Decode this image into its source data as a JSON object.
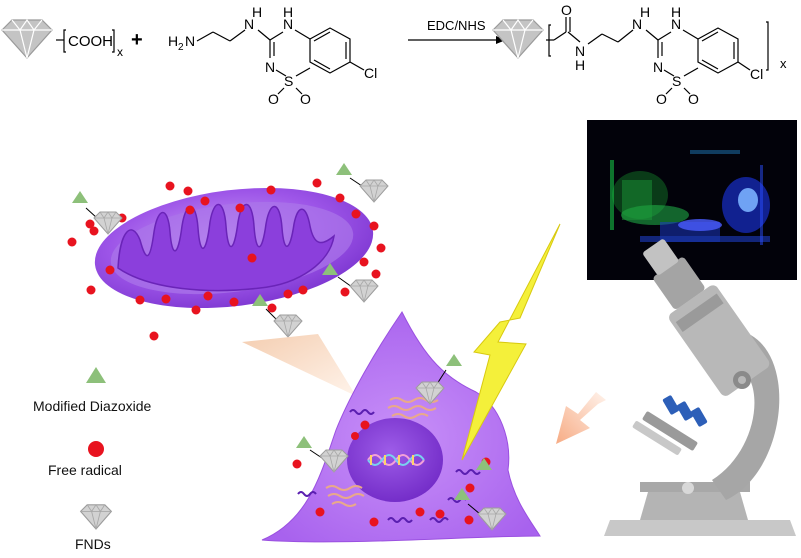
{
  "reaction": {
    "reactant1": {
      "group": "COOH",
      "subscript": "x"
    },
    "plus": "+",
    "reactant2": {
      "amine": "H",
      "amine_subscript": "2",
      "amine_n": "N",
      "nh1": "H",
      "nh1_n": "N",
      "nh2": "H",
      "nh2_n": "N",
      "ring_n": "N",
      "sulfur": "S",
      "oxygen1": "O",
      "oxygen2": "O",
      "chlorine": "Cl"
    },
    "reagent": "EDC/NHS",
    "product": {
      "carbonyl_o": "O",
      "amide_n": "N",
      "amide_h": "H",
      "nh1_n": "N",
      "nh1": "H",
      "nh2_n": "N",
      "nh2": "H",
      "ring_n": "N",
      "sulfur": "S",
      "oxygen1": "O",
      "oxygen2": "O",
      "chlorine": "Cl",
      "subscript": "x"
    }
  },
  "legend": {
    "modified_diazoxide": "Modified Diazoxide",
    "free_radical": "Free radical",
    "fnds": "FNDs"
  },
  "colors": {
    "diazoxide": "#8dc07a",
    "radical": "#e8131f",
    "mitochondrion": "#9a4be0",
    "cell": "#b06cf0",
    "nucleus": "#7a2fd0",
    "lightning": "#f4f03a",
    "microscope": "#b8b8b8",
    "diamond": "#c8c8c8"
  }
}
